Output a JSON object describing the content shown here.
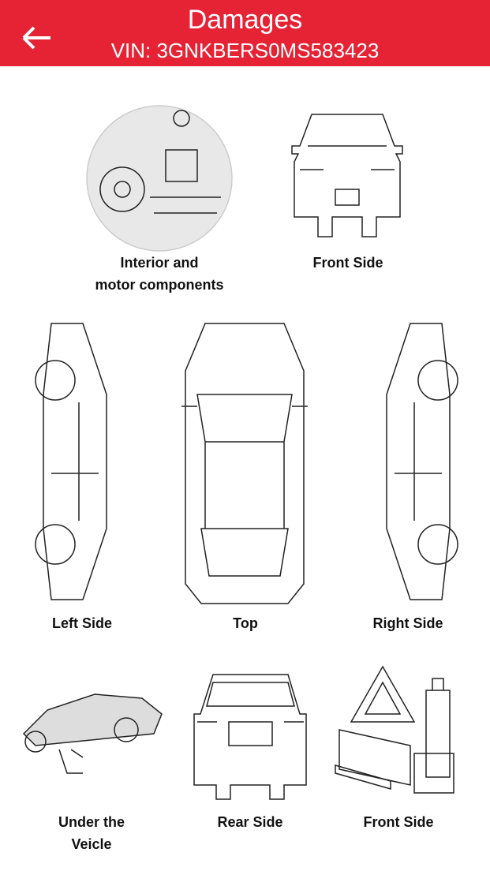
{
  "header": {
    "title": "Damages",
    "vin": "VIN: 3GNKBERS0MS583423",
    "back_icon": "arrow-left-icon",
    "color": "#e52335"
  },
  "tiles": [
    {
      "id": "interior",
      "line1": "Interior and",
      "line2": "motor components"
    },
    {
      "id": "front",
      "line1": "Front Side"
    },
    {
      "id": "left",
      "line1": "Left Side"
    },
    {
      "id": "top",
      "line1": "Top"
    },
    {
      "id": "right",
      "line1": "Right Side"
    },
    {
      "id": "under",
      "line1": "Under the",
      "line2": "Veicle"
    },
    {
      "id": "rear",
      "line1": "Rear Side"
    },
    {
      "id": "kit",
      "line1": "Front Side"
    }
  ]
}
